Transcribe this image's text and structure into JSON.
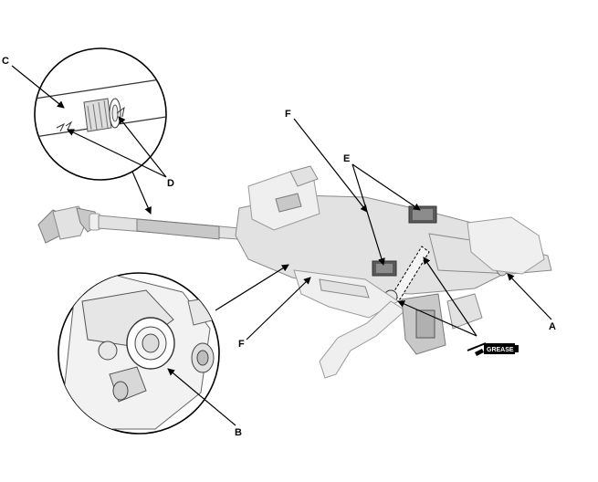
{
  "callouts": {
    "a": "A",
    "b": "B",
    "c": "C",
    "d": "D",
    "e": "E",
    "f_top": "F",
    "f_bottom": "F"
  },
  "grease_symbol": {
    "label": "GREASE",
    "icon": "grease-gun-icon"
  },
  "colors": {
    "line": "#000000",
    "part_fill": "#e2e2e2",
    "part_stroke": "#8a8a8a"
  }
}
